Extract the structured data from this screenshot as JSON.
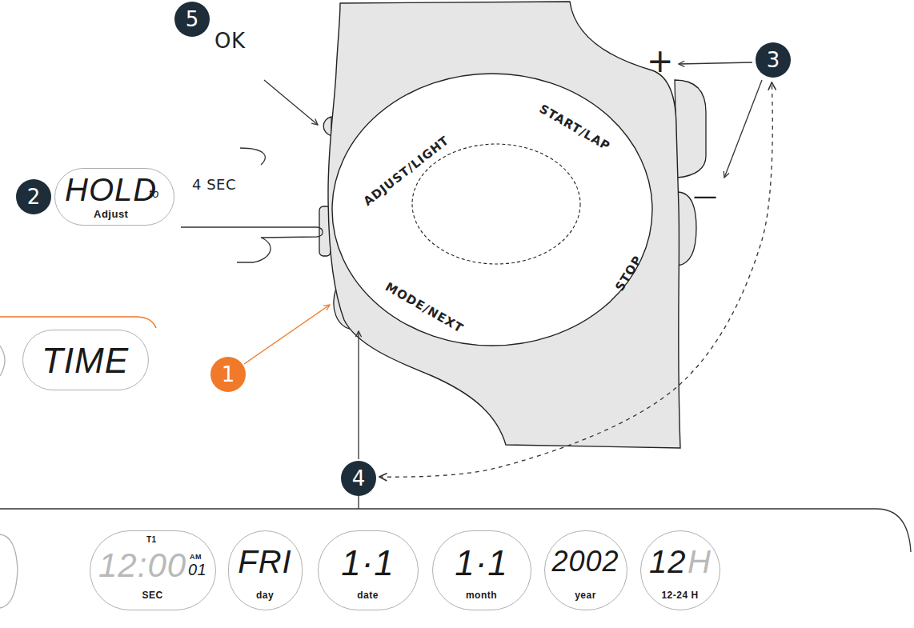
{
  "diagram": {
    "nodes": [
      {
        "text": [
          "5"
        ]
      },
      {
        "text": [
          "3"
        ]
      },
      {
        "text": [
          "2"
        ]
      },
      {
        "text": [
          "HOLD",
          "to",
          "Adjust"
        ]
      },
      {
        "text": [
          "TIME"
        ]
      },
      {
        "text": [
          "1"
        ]
      },
      {
        "text": [
          "4"
        ]
      },
      {
        "text": [
          "T1",
          "12:00",
          "AM",
          "01",
          "SEC"
        ]
      },
      {
        "text": [
          "FRI",
          "day"
        ]
      },
      {
        "text": [
          "1·1",
          "date"
        ]
      },
      {
        "text": [
          "1·1",
          "month"
        ]
      },
      {
        "text": [
          "2002",
          "year"
        ]
      },
      {
        "text": [
          "12",
          "H",
          "12-24 H"
        ]
      }
    ],
    "edges": [
      {
        "from": 6,
        "to": 1,
        "arrow": "both"
      }
    ],
    "labels": [
      "OK",
      "+",
      "—",
      "4 SEC",
      "ADJUST/LIGHT",
      "START/LAP",
      "STOP",
      "MODE/NEXT"
    ]
  }
}
